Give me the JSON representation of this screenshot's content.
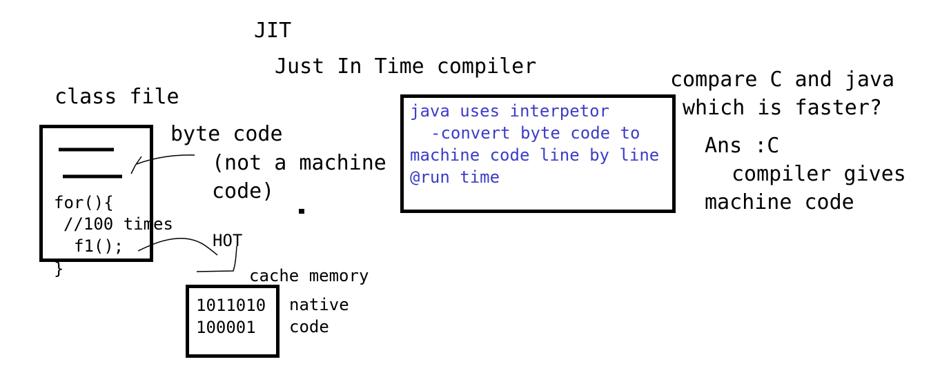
{
  "title": "JIT",
  "subtitle": "Just In Time compiler",
  "class_file_label": "class file",
  "byte_code": {
    "line1": "byte code",
    "line2": "(not a machine",
    "line3": "code)"
  },
  "code_snippet": {
    "line1": "for(){",
    "line2": "//100 times",
    "line3": "f1();",
    "line4": "}"
  },
  "hot_label": "HOT",
  "cache_memory_label": "cache memory",
  "native": {
    "binary_line1": "1011010",
    "binary_line2": "100001",
    "label_line1": "native",
    "label_line2": "code"
  },
  "interpreter_box": {
    "line1": "java uses interpetor",
    "line2": "-convert byte code to",
    "line3": "machine code line by line",
    "line4": "@run time",
    "color": "#3c3cc8"
  },
  "compare": {
    "line1": "compare C and java",
    "line2": "which is faster?",
    "answer_line1": "Ans :C",
    "answer_line2": "compiler gives",
    "answer_line3": "machine code"
  }
}
